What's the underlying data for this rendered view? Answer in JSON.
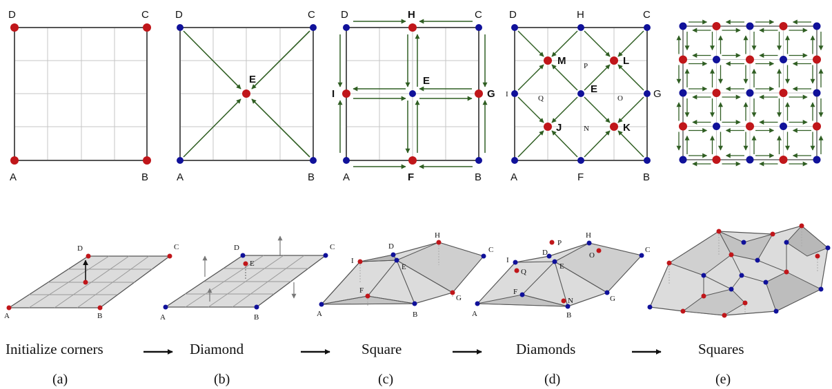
{
  "colors": {
    "red": "#c0161a",
    "blue": "#10119a",
    "arrow": "#2f5e22",
    "grid": "#c6c6c6",
    "border": "#555555",
    "plane": "#dcdcdc",
    "plane_dark": "#bdbdbd"
  },
  "panels": {
    "a": {
      "corners": [
        "D",
        "C",
        "A",
        "B"
      ]
    },
    "b": {
      "corners": [
        "D",
        "C",
        "A",
        "B"
      ],
      "center": "E"
    },
    "c": {
      "corners": [
        "D",
        "C",
        "A",
        "B"
      ],
      "points": [
        "H",
        "I",
        "E",
        "G",
        "F"
      ]
    },
    "d": {
      "corners": [
        "D",
        "C",
        "A",
        "B"
      ],
      "points": [
        "H",
        "M",
        "P",
        "L",
        "I",
        "Q",
        "E",
        "O",
        "G",
        "J",
        "N",
        "K",
        "F"
      ]
    }
  },
  "planes": {
    "a": {
      "points": [
        "D",
        "C",
        "A",
        "B"
      ]
    },
    "b": {
      "points": [
        "D",
        "E",
        "C",
        "A",
        "B"
      ]
    },
    "c": {
      "points": [
        "H",
        "D",
        "C",
        "I",
        "E",
        "F",
        "G",
        "A",
        "B"
      ]
    },
    "d": {
      "points": [
        "P",
        "H",
        "D",
        "O",
        "C",
        "I",
        "Q",
        "E",
        "F",
        "N",
        "G",
        "A",
        "B"
      ]
    }
  },
  "steps": [
    "Initialize corners",
    "Diamond",
    "Square",
    "Diamonds",
    "Squares"
  ],
  "subs": [
    "(a)",
    "(b)",
    "(c)",
    "(d)",
    "(e)"
  ]
}
